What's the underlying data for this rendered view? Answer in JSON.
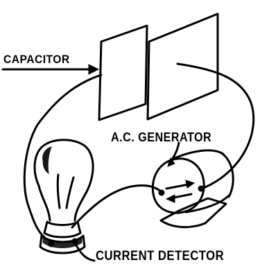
{
  "labels": {
    "capacitor": "CAPACITOR",
    "generator": "A.C. GENERATOR",
    "detector": "CURRENT DETECTOR"
  },
  "colors": {
    "ink": "#000000",
    "paper": "#ffffff"
  },
  "icons": {
    "capacitor_plates": "capacitor-plates-icon",
    "generator": "ac-generator-icon",
    "bulb": "light-bulb-icon"
  }
}
